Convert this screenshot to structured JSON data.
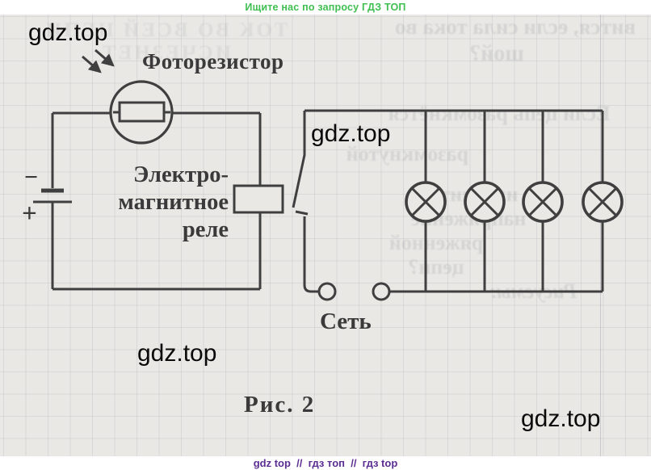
{
  "header": {
    "text": "Ищите нас по запросу ГДЗ ТОП"
  },
  "footer": {
    "text": "gdz top  //  гдз топ  //  гдз top"
  },
  "watermark": {
    "text": "gdz.top"
  },
  "diagram": {
    "caption": "Рис. 2",
    "labels": {
      "photoresistor": "Фоторезистор",
      "relay": [
        "Электро-",
        "магнитное",
        "реле"
      ],
      "mains": "Сеть",
      "battery_minus": "−",
      "battery_plus": "+"
    },
    "lamps_count": 4,
    "components": [
      "battery",
      "photoresistor",
      "electromagnetic-relay",
      "open-switch",
      "mains-terminals",
      "four-lamps-parallel"
    ]
  },
  "bleedthrough": [
    {
      "text": "ТОК ВО ВСЕЙ ЦЕПИ ИСЧЕЗНЕТ"
    },
    {
      "text": "вится, если сила тока во"
    },
    {
      "text": "шой?"
    },
    {
      "text": "Если цепь разомкнётся"
    },
    {
      "text": "разомкнутой"
    },
    {
      "text": "изменится напряжение"
    },
    {
      "text": "ряженной цепи?"
    },
    {
      "text": "Рисуемы:"
    }
  ],
  "colors": {
    "header_green": "#3fbf50",
    "footer_purple": "#5b2e91",
    "ink": "#3e3e3e",
    "paper": "#e9e8e5"
  }
}
